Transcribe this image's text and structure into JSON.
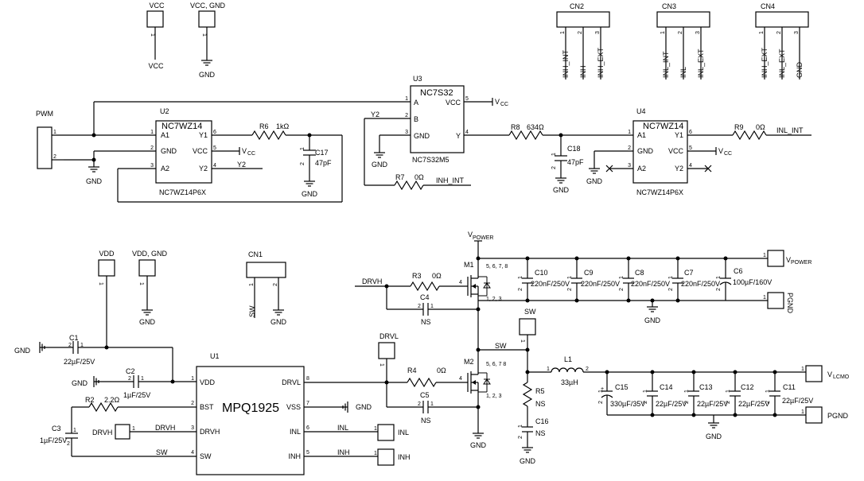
{
  "top": {
    "conn_vcc": {
      "title": "VCC",
      "pin": "1",
      "net": "VCC"
    },
    "conn_vccgnd": {
      "title": "VCC, GND",
      "pin": "1",
      "net": "GND"
    },
    "cn2": {
      "ref": "CN2",
      "pins": [
        "1",
        "2",
        "3"
      ],
      "nets": [
        "INH_INT",
        "INH",
        "INH_EXT"
      ]
    },
    "cn3": {
      "ref": "CN3",
      "pins": [
        "1",
        "2",
        "3"
      ],
      "nets": [
        "INL_INT",
        "INL",
        "INL_EXT"
      ]
    },
    "cn4": {
      "ref": "CN4",
      "pins": [
        "1",
        "2",
        "3"
      ],
      "nets": [
        "INH_EXT",
        "INL_EXT",
        "GND"
      ]
    },
    "pwm": {
      "label": "PWM",
      "pin1": "1",
      "pin2": "2",
      "gnd": "GND"
    },
    "u2": {
      "ref": "U2",
      "part": "NC7WZ14",
      "pkg": "NC7WZ14P6X",
      "pins_left": [
        "1",
        "2",
        "3"
      ],
      "names_left": [
        "A1",
        "GND",
        "A2"
      ],
      "pins_right": [
        "6",
        "5",
        "4"
      ],
      "names_right": [
        "Y1",
        "VCC",
        "Y2"
      ],
      "vcc": "V",
      "vcc_sub": "CC",
      "y2_net": "Y2"
    },
    "r6": {
      "ref": "R6",
      "val": "1kΩ"
    },
    "c17": {
      "ref": "C17",
      "val": "47pF",
      "pin1": "1",
      "pin2": "2",
      "gnd": "GND"
    },
    "u3": {
      "ref": "U3",
      "part": "NC7S32",
      "pkg": "NC7S32M5",
      "pins_left": [
        "1",
        "2",
        "3"
      ],
      "names_left": [
        "A",
        "B",
        "GND"
      ],
      "pins_right": [
        "5",
        "4"
      ],
      "names_right": [
        "VCC",
        "Y"
      ],
      "y2_in": "Y2",
      "gnd": "GND",
      "vcc": "V",
      "vcc_sub": "CC"
    },
    "r7": {
      "ref": "R7",
      "val": "0Ω",
      "net": "INH_INT"
    },
    "r8": {
      "ref": "R8",
      "val": "634Ω"
    },
    "c18": {
      "ref": "C18",
      "val": "47pF",
      "pin1": "1",
      "pin2": "2",
      "gnd": "GND"
    },
    "u4": {
      "ref": "U4",
      "part": "NC7WZ14",
      "pkg": "NC7WZ14P6X",
      "pins_left": [
        "1",
        "2",
        "3"
      ],
      "names_left": [
        "A1",
        "GND",
        "A2"
      ],
      "pins_right": [
        "6",
        "5",
        "4"
      ],
      "names_right": [
        "Y1",
        "VCC",
        "Y2"
      ],
      "vcc": "V",
      "vcc_sub": "CC",
      "gnd": "GND"
    },
    "r9": {
      "ref": "R9",
      "val": "0Ω",
      "net": "INL_INT"
    }
  },
  "bottom": {
    "conn_vdd": {
      "title": "VDD",
      "pin": "1"
    },
    "conn_vddgnd": {
      "title": "VDD, GND",
      "pin": "1",
      "net": "GND"
    },
    "cn1": {
      "ref": "CN1",
      "pins": [
        "1",
        "2"
      ],
      "nets": [
        "SW",
        "GND"
      ]
    },
    "c1": {
      "ref": "C1",
      "val": "22µF/25V",
      "pin2": "2",
      "pin1": "1",
      "gnd": "GND"
    },
    "c2": {
      "ref": "C2",
      "val": "1µF/25V",
      "pin2": "2",
      "pin1": "1",
      "gnd": "GND"
    },
    "r2": {
      "ref": "R2",
      "val": "2.2Ω"
    },
    "c3": {
      "ref": "C3",
      "val": "1µF/25V",
      "pin1": "1",
      "pin2": "2"
    },
    "drvh_conn": {
      "label": "DRVH",
      "pin": "1",
      "net": "DRVH"
    },
    "sw_net": "SW",
    "u1": {
      "ref": "U1",
      "part": "MPQ1925",
      "pins_left": [
        "1",
        "2",
        "3",
        "4"
      ],
      "names_left": [
        "VDD",
        "BST",
        "DRVH",
        "SW"
      ],
      "pins_right": [
        "8",
        "7",
        "6",
        "5"
      ],
      "names_right": [
        "DRVL",
        "VSS",
        "INL",
        "INH"
      ],
      "vss_net": "GND",
      "inl_net": "INL",
      "inh_net": "INH",
      "inl_box": "INL",
      "inh_box": "INH",
      "pin1": "1"
    },
    "drvl_conn": {
      "label": "DRVL",
      "pin": "1"
    },
    "drvh_in": "DRVH",
    "r3": {
      "ref": "R3",
      "val": "0Ω"
    },
    "c4": {
      "ref": "C4",
      "val": "NS",
      "pin2": "2",
      "pin1": "1"
    },
    "m1": {
      "ref": "M1",
      "drain": "5, 6, 7, 8",
      "gate": "4",
      "source": "1, 2, 3"
    },
    "vpower": {
      "v": "V",
      "sub": "POWER"
    },
    "r4": {
      "ref": "R4",
      "val": "0Ω"
    },
    "c5": {
      "ref": "C5",
      "val": "NS",
      "pin2": "2",
      "pin1": "1"
    },
    "m2": {
      "ref": "M2",
      "drain": "5, 6, 7 8",
      "gate": "4",
      "source": "1, 2, 3",
      "gnd": "GND"
    },
    "sw_test": {
      "label": "SW",
      "pin": "1"
    },
    "sw_label": "SW",
    "caps_top": [
      {
        "ref": "C10",
        "val": "220nF/250V"
      },
      {
        "ref": "C9",
        "val": "220nF/250V"
      },
      {
        "ref": "C8",
        "val": "220nF/250V"
      },
      {
        "ref": "C7",
        "val": "220nF/250V"
      },
      {
        "ref": "C6",
        "val": "100µF/160V"
      }
    ],
    "cap_pins": {
      "p1": "1",
      "p2": "2"
    },
    "gnd_caps_top": "GND",
    "vpower_conn": {
      "pin": "1",
      "v": "V",
      "sub": "POWER"
    },
    "pgnd_top": {
      "pin": "1",
      "label": "PGND"
    },
    "l1": {
      "ref": "L1",
      "val": "33µH",
      "pin1": "1",
      "pin2": "2"
    },
    "r5": {
      "ref": "R5",
      "val": "NS"
    },
    "c16": {
      "ref": "C16",
      "val": "NS",
      "gnd": "GND",
      "pin1": "1",
      "pin2": "2"
    },
    "caps_bot": [
      {
        "ref": "C15",
        "val": "330µF/35V"
      },
      {
        "ref": "C14",
        "val": "22µF/25V"
      },
      {
        "ref": "C13",
        "val": "22µF/25V"
      },
      {
        "ref": "C12",
        "val": "22µF/25V"
      },
      {
        "ref": "C11",
        "val": "22µF/25V"
      }
    ],
    "gnd_caps_bot": "GND",
    "vcmo_conn": {
      "pin": "1",
      "v": "V",
      "sub": "LCMO"
    },
    "pgnd_bot": {
      "pin": "1",
      "label": "PGND"
    }
  }
}
